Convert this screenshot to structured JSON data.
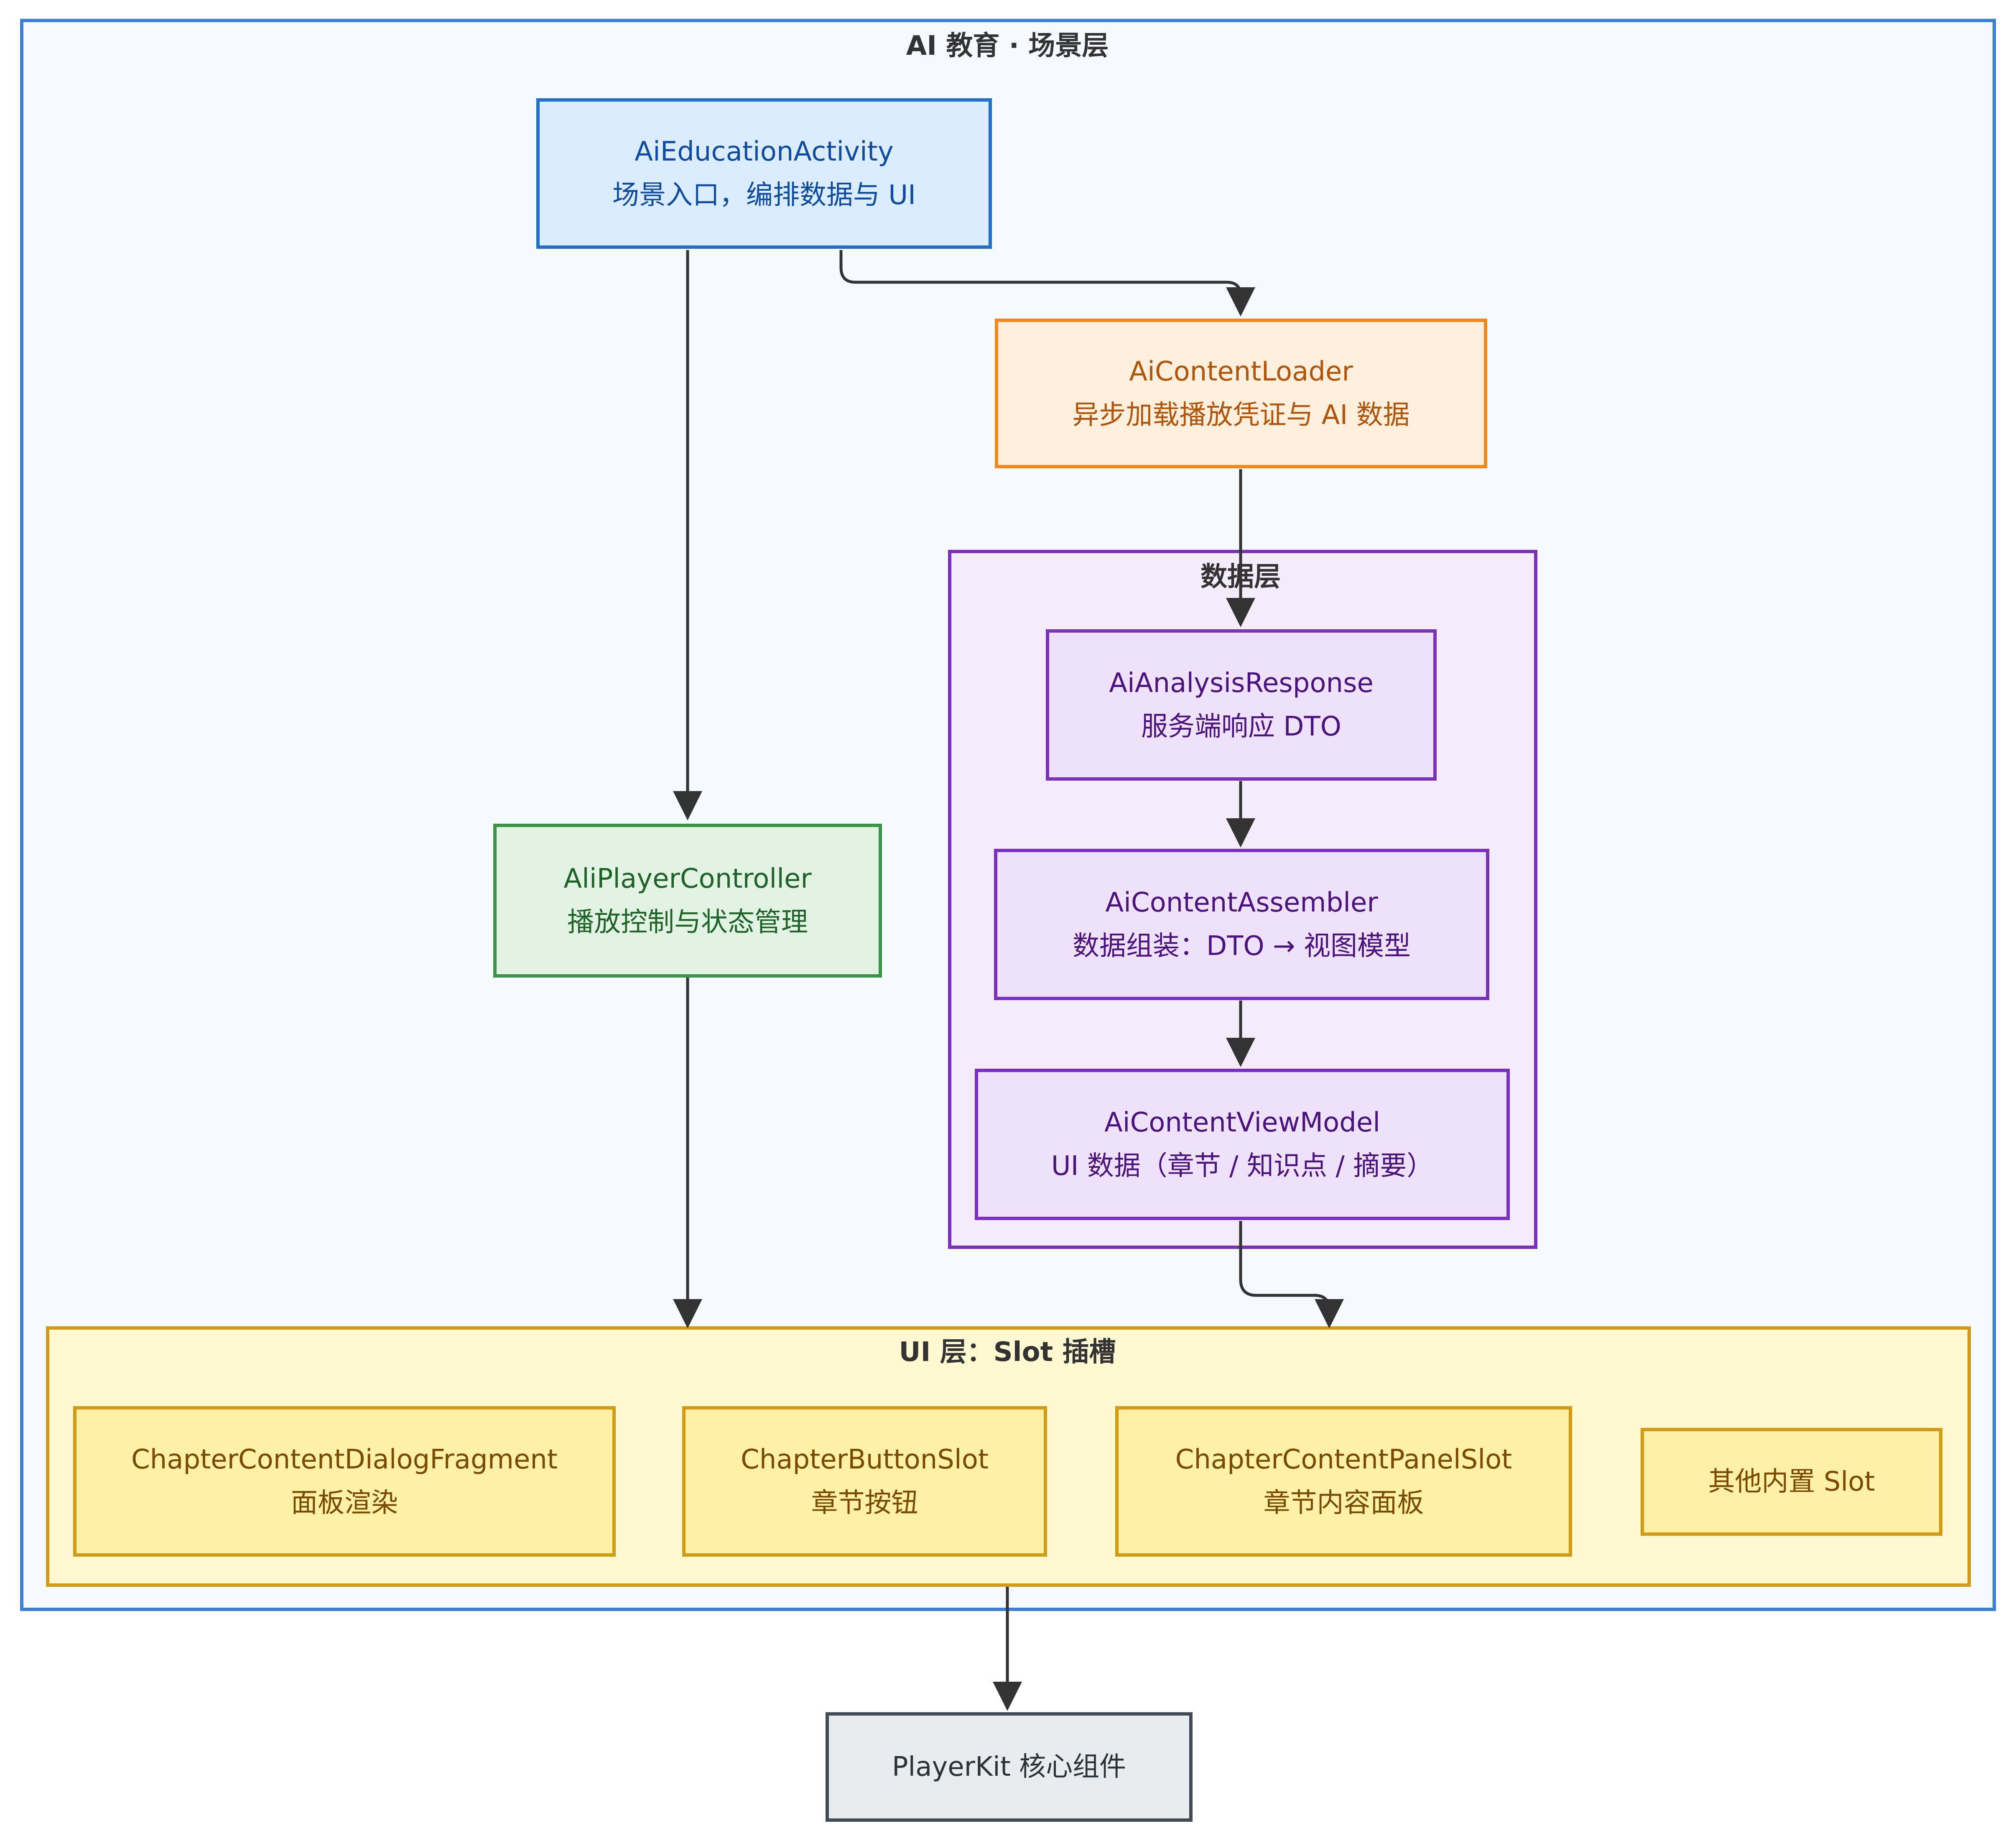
{
  "colors": {
    "scene_stroke": "#3a7fd8",
    "scene_fill": "#f6f9fe",
    "data_stroke": "#7a2fc0",
    "data_fill": "#f4ecfb",
    "data_node_fill": "#eee2fa",
    "data_text": "#4b137f",
    "ui_stroke": "#d49a12",
    "ui_fill": "#fff8d0",
    "ui_node_fill": "#fff0a8",
    "ui_text": "#7a4a00",
    "activity_stroke": "#1f6fd1",
    "activity_fill": "#dcecff",
    "activity_text": "#0d4ca0",
    "loader_stroke": "#f0891c",
    "loader_fill": "#ffefdc",
    "loader_text": "#b2540a",
    "controller_stroke": "#3b9346",
    "controller_fill": "#e2f3e3",
    "controller_text": "#1e6429",
    "kit_stroke": "#3f4b55",
    "kit_fill": "#e9ecef",
    "kit_text": "#2b3339",
    "arrow": "#333333",
    "title_text": "#333333"
  },
  "groups": {
    "scene": {
      "title": "AI 教育 · 场景层"
    },
    "data": {
      "title": "数据层"
    },
    "ui": {
      "title": "UI 层：Slot 插槽"
    }
  },
  "nodes": {
    "activity": {
      "name": "AiEducationActivity",
      "desc": "场景入口，编排数据与 UI"
    },
    "loader": {
      "name": "AiContentLoader",
      "desc": "异步加载播放凭证与 AI 数据"
    },
    "controller": {
      "name": "AliPlayerController",
      "desc": "播放控制与状态管理"
    },
    "response": {
      "name": "AiAnalysisResponse",
      "desc": "服务端响应 DTO"
    },
    "assembler": {
      "name": "AiContentAssembler",
      "desc": "数据组装：DTO → 视图模型"
    },
    "viewmodel": {
      "name": "AiContentViewModel",
      "desc": "UI 数据（章节 / 知识点 / 摘要）"
    },
    "dialog": {
      "name": "ChapterContentDialogFragment",
      "desc": "面板渲染"
    },
    "button_slot": {
      "name": "ChapterButtonSlot",
      "desc": "章节按钮"
    },
    "panel_slot": {
      "name": "ChapterContentPanelSlot",
      "desc": "章节内容面板"
    },
    "other_slot": {
      "name": "其他内置 Slot"
    },
    "playerkit": {
      "name": "PlayerKit 核心组件"
    }
  }
}
